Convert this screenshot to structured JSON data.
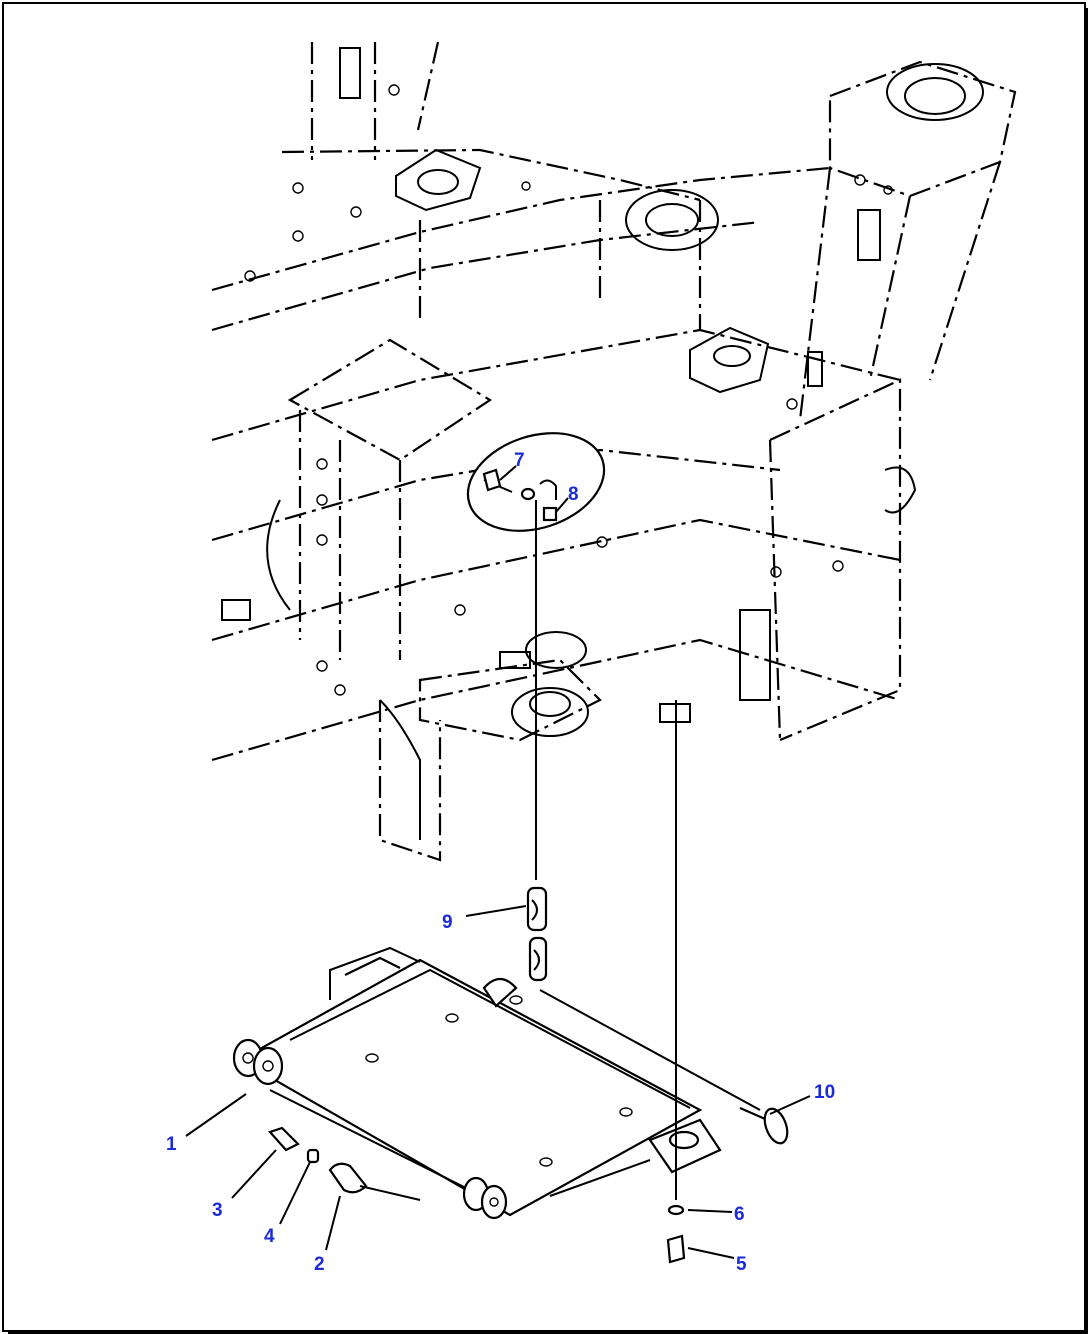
{
  "diagram": {
    "callouts": [
      {
        "id": "c1",
        "label": "1"
      },
      {
        "id": "c2",
        "label": "2"
      },
      {
        "id": "c3",
        "label": "3"
      },
      {
        "id": "c4",
        "label": "4"
      },
      {
        "id": "c5",
        "label": "5"
      },
      {
        "id": "c6",
        "label": "6"
      },
      {
        "id": "c7",
        "label": "7"
      },
      {
        "id": "c8",
        "label": "8"
      },
      {
        "id": "c9",
        "label": "9"
      },
      {
        "id": "c10",
        "label": "10"
      }
    ],
    "colors": {
      "callout": "#1a2bd8",
      "line": "#000000",
      "background": "#ffffff"
    }
  }
}
